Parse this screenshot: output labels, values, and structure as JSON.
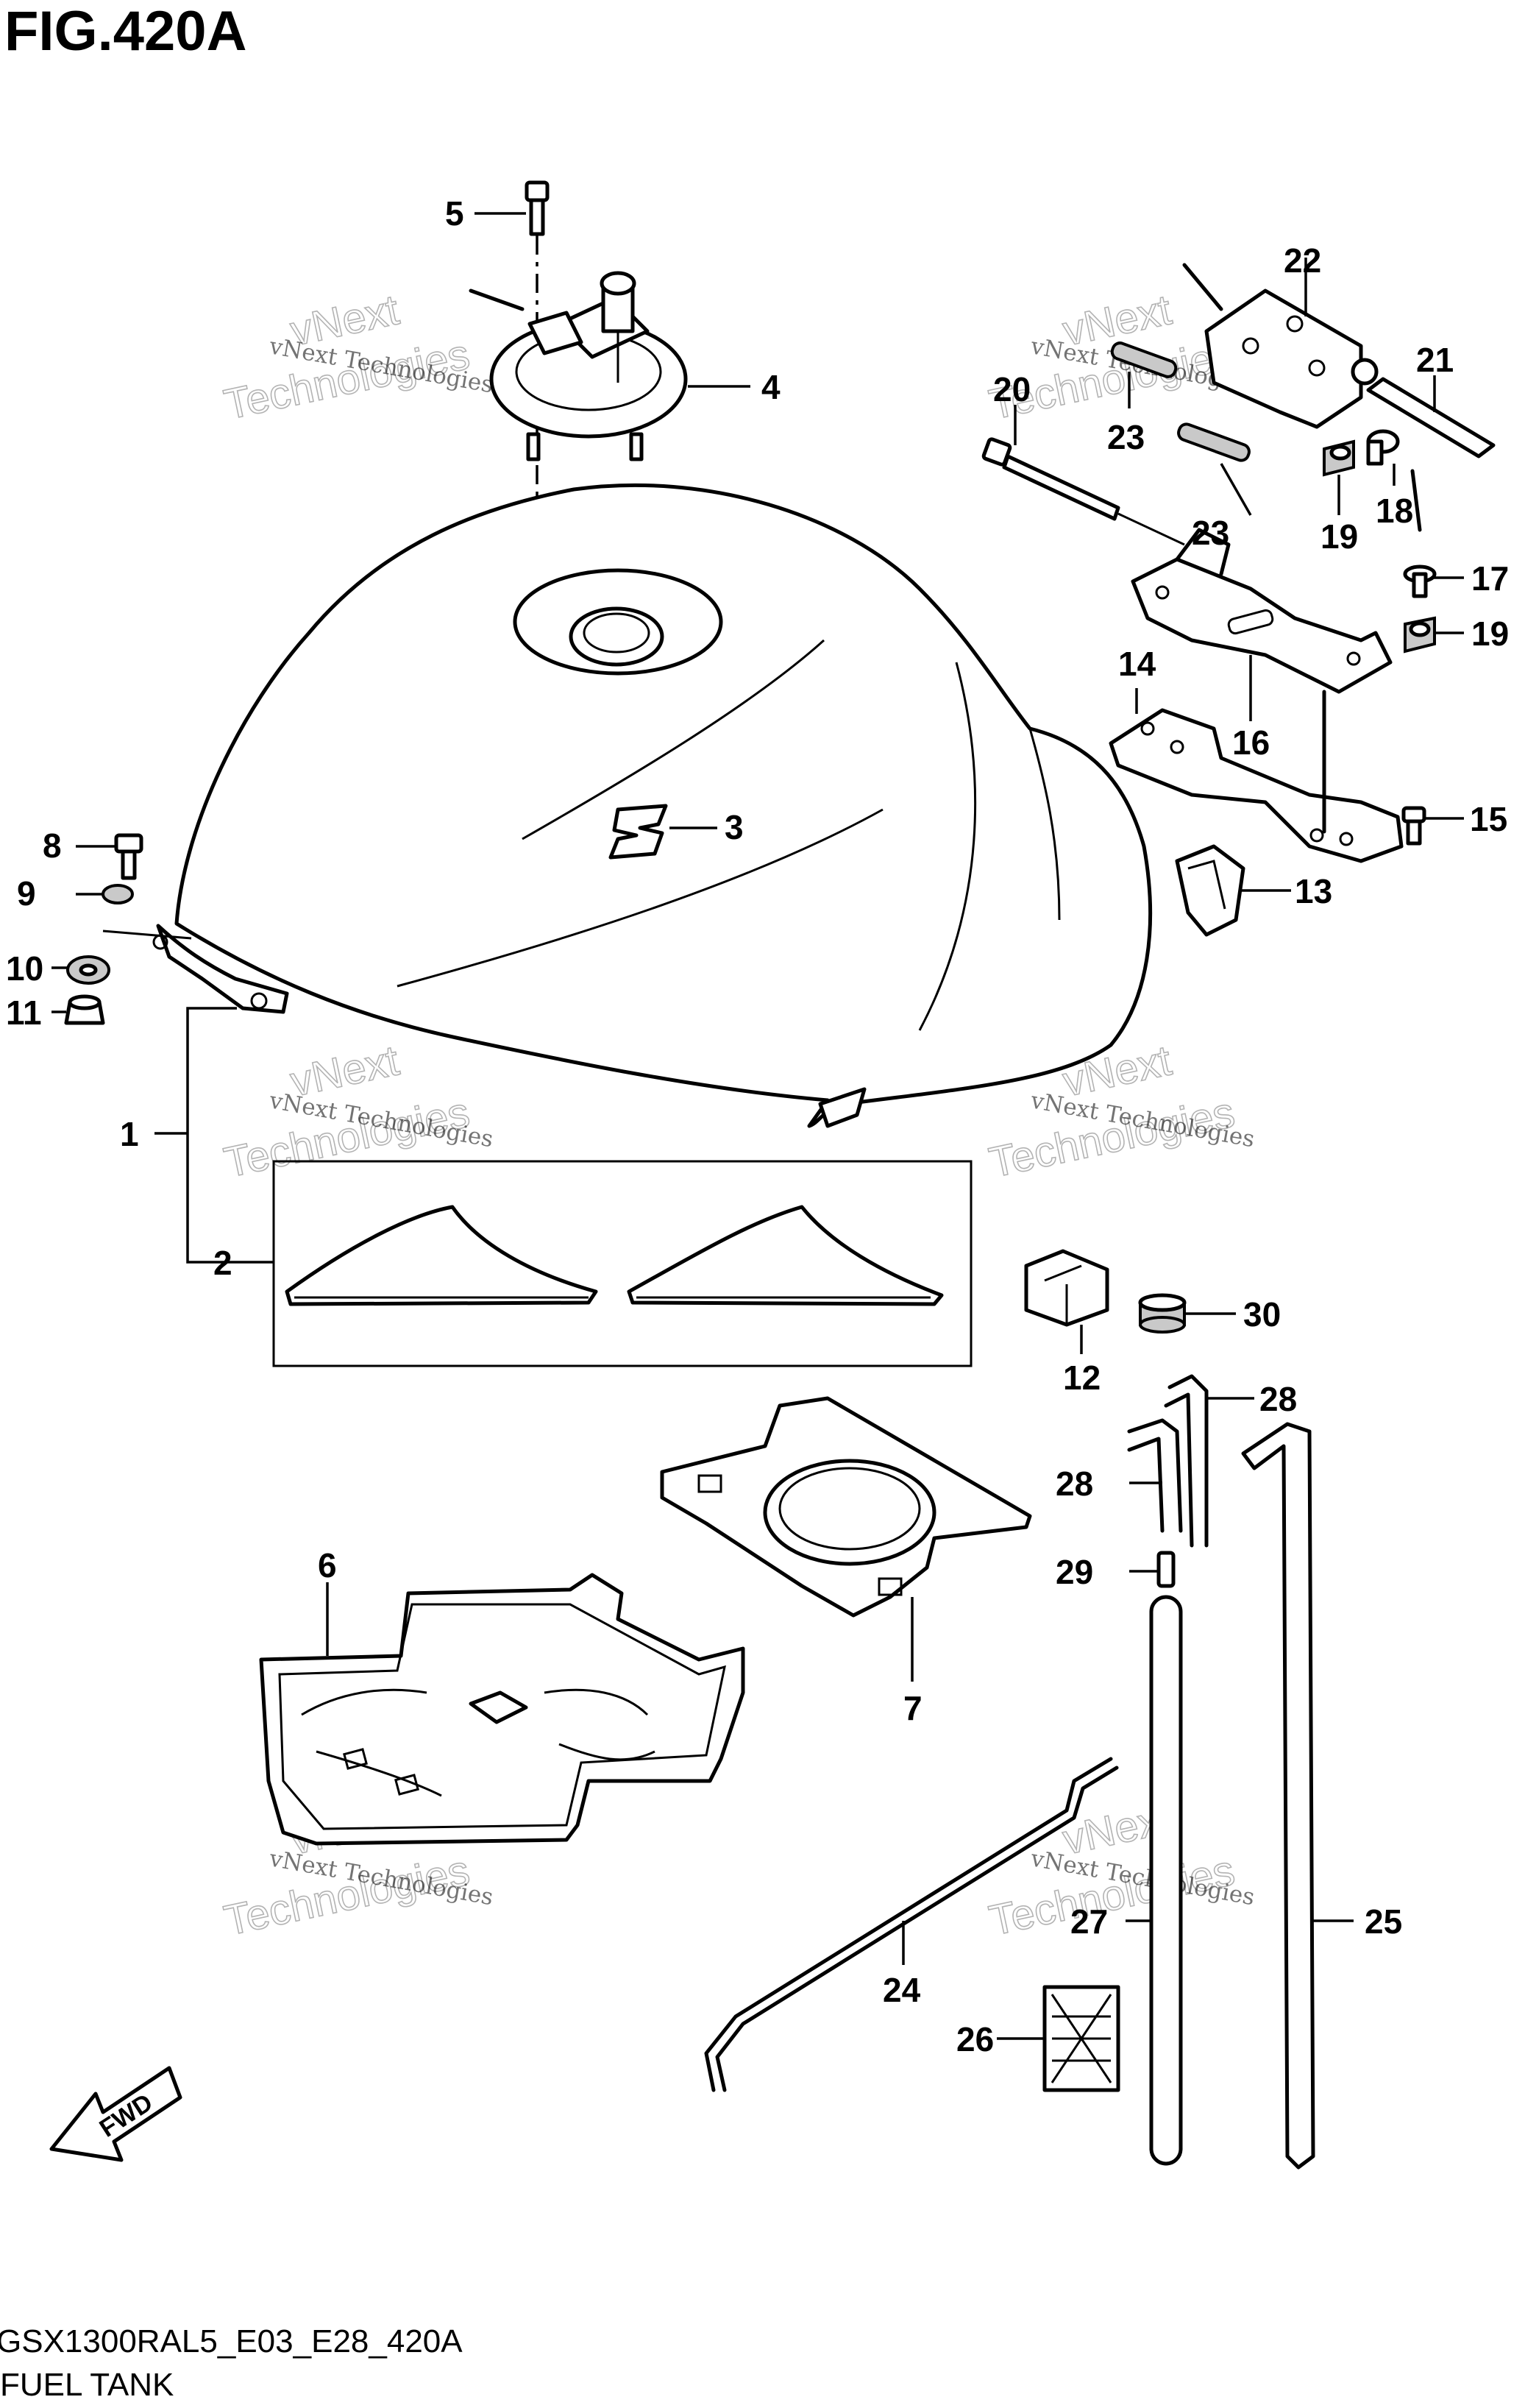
{
  "figure_title": "FIG.420A",
  "figure_code": "GSX1300RAL5_E03_E28_420A",
  "figure_name": "FUEL TANK",
  "direction_tag": "FWD",
  "watermark": {
    "line1": "vNext Technologies",
    "line2": "Technologies",
    "line3": "vNext"
  },
  "callouts": {
    "c1": "1",
    "c2": "2",
    "c3": "3",
    "c4": "4",
    "c5": "5",
    "c6": "6",
    "c7": "7",
    "c8": "8",
    "c9": "9",
    "c10": "10",
    "c11": "11",
    "c12": "12",
    "c13": "13",
    "c14": "14",
    "c15": "15",
    "c16": "16",
    "c17": "17",
    "c18": "18",
    "c19a": "19",
    "c19b": "19",
    "c20": "20",
    "c21": "21",
    "c22": "22",
    "c23a": "23",
    "c23b": "23",
    "c24": "24",
    "c25": "25",
    "c26": "26",
    "c27": "27",
    "c28a": "28",
    "c28b": "28",
    "c29": "29",
    "c30": "30"
  }
}
